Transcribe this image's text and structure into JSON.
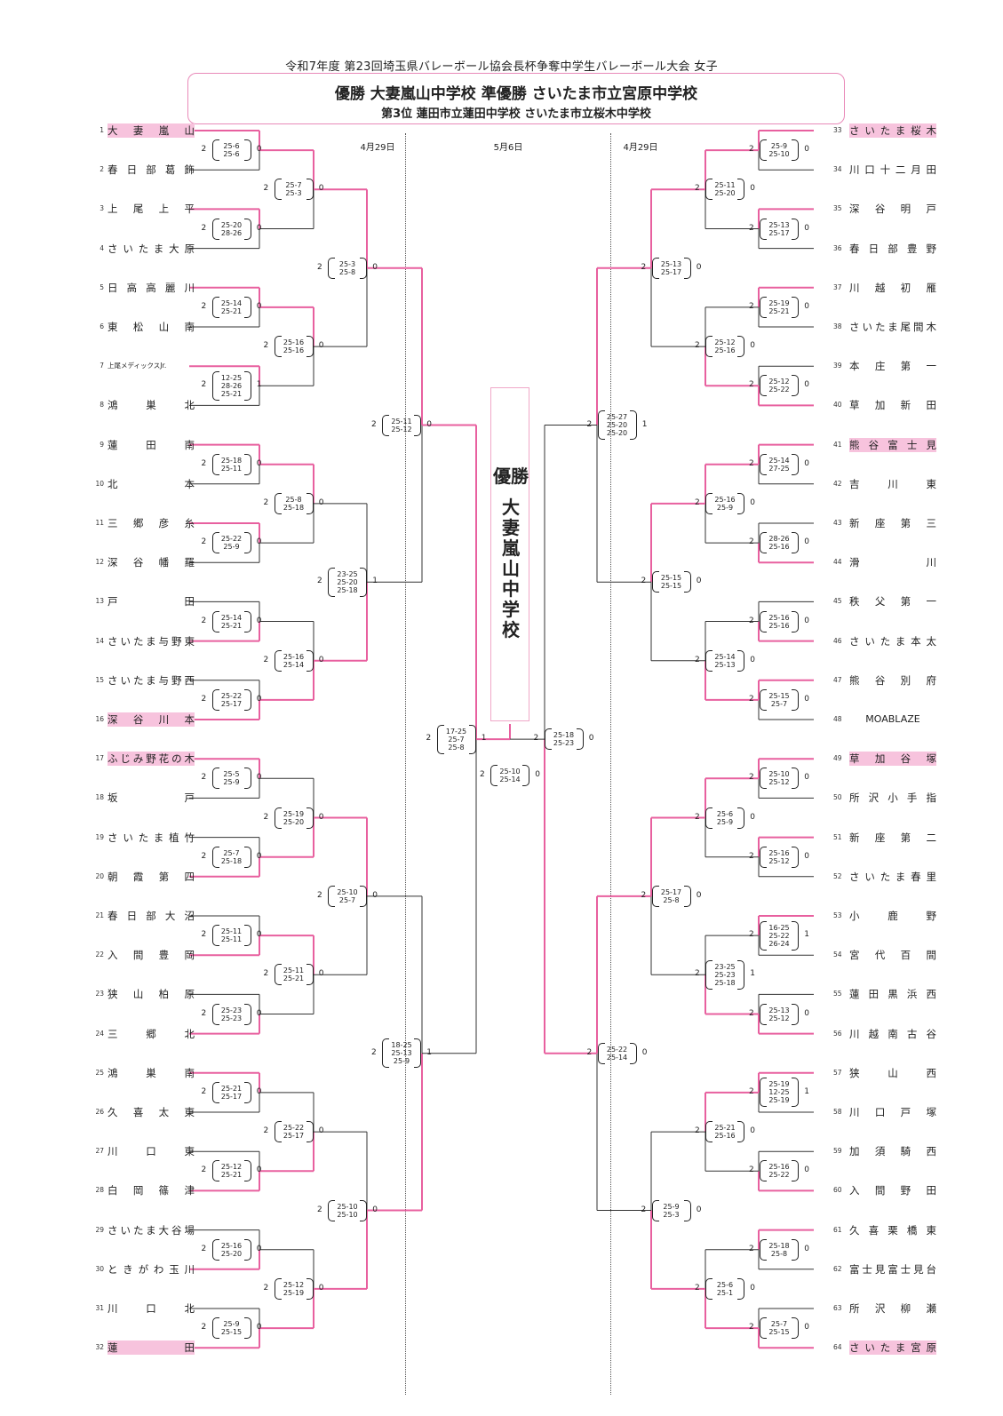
{
  "title": "令和7年度 第23回埼玉県バレーボール協会長杯争奪中学生バレーボール大会 女子",
  "results": {
    "line1": "優勝 大妻嵐山中学校 準優勝 さいたま市立宮原中学校",
    "line2": "第3位 蓮田市立蓮田中学校 さいたま市立桜木中学校"
  },
  "dates": {
    "left": "4月29日",
    "center": "5月6日",
    "right": "4月29日"
  },
  "champion_label": "優勝",
  "champion_name": "大妻嵐山中学校",
  "colors": {
    "win": "#e8609f",
    "lose": "#333333",
    "highlight": "#f7c3dd",
    "box": "#e98ab9"
  },
  "teams": [
    {
      "no": "1",
      "name": "大妻嵐山",
      "hl": true
    },
    {
      "no": "2",
      "name": "春日部葛飾",
      "hl": false
    },
    {
      "no": "3",
      "name": "上尾上平",
      "hl": false
    },
    {
      "no": "4",
      "name": "さいたま大原",
      "hl": false
    },
    {
      "no": "5",
      "name": "日高高麗川",
      "hl": false
    },
    {
      "no": "6",
      "name": "東松山南",
      "hl": false
    },
    {
      "no": "7",
      "name": "上尾メディックスJr.",
      "hl": false
    },
    {
      "no": "8",
      "name": "鴻巣北",
      "hl": false
    },
    {
      "no": "9",
      "name": "蓮田南",
      "hl": false
    },
    {
      "no": "10",
      "name": "北本",
      "hl": false
    },
    {
      "no": "11",
      "name": "三郷彦糸",
      "hl": false
    },
    {
      "no": "12",
      "name": "深谷幡羅",
      "hl": false
    },
    {
      "no": "13",
      "name": "戸田",
      "hl": false
    },
    {
      "no": "14",
      "name": "さいたま与野東",
      "hl": false
    },
    {
      "no": "15",
      "name": "さいたま与野西",
      "hl": false
    },
    {
      "no": "16",
      "name": "深谷川本",
      "hl": true
    },
    {
      "no": "17",
      "name": "ふじみ野花の木",
      "hl": true
    },
    {
      "no": "18",
      "name": "坂戸",
      "hl": false
    },
    {
      "no": "19",
      "name": "さいたま植竹",
      "hl": false
    },
    {
      "no": "20",
      "name": "朝霞第四",
      "hl": false
    },
    {
      "no": "21",
      "name": "春日部大沼",
      "hl": false
    },
    {
      "no": "22",
      "name": "入間豊岡",
      "hl": false
    },
    {
      "no": "23",
      "name": "狭山柏原",
      "hl": false
    },
    {
      "no": "24",
      "name": "三郷北",
      "hl": false
    },
    {
      "no": "25",
      "name": "鴻巣南",
      "hl": false
    },
    {
      "no": "26",
      "name": "久喜太東",
      "hl": false
    },
    {
      "no": "27",
      "name": "川口東",
      "hl": false
    },
    {
      "no": "28",
      "name": "白岡篠津",
      "hl": false
    },
    {
      "no": "29",
      "name": "さいたま大谷場",
      "hl": false
    },
    {
      "no": "30",
      "name": "ときがわ玉川",
      "hl": false
    },
    {
      "no": "31",
      "name": "川口北",
      "hl": false
    },
    {
      "no": "32",
      "name": "蓮田",
      "hl": true
    },
    {
      "no": "33",
      "name": "さいたま桜木",
      "hl": true
    },
    {
      "no": "34",
      "name": "川口十二月田",
      "hl": false
    },
    {
      "no": "35",
      "name": "深谷明戸",
      "hl": false
    },
    {
      "no": "36",
      "name": "春日部豊野",
      "hl": false
    },
    {
      "no": "37",
      "name": "川越初雁",
      "hl": false
    },
    {
      "no": "38",
      "name": "さいたま尾間木",
      "hl": false
    },
    {
      "no": "39",
      "name": "本庄第一",
      "hl": false
    },
    {
      "no": "40",
      "name": "草加新田",
      "hl": false
    },
    {
      "no": "41",
      "name": "熊谷富士見",
      "hl": true
    },
    {
      "no": "42",
      "name": "吉川東",
      "hl": false
    },
    {
      "no": "43",
      "name": "新座第三",
      "hl": false
    },
    {
      "no": "44",
      "name": "滑川",
      "hl": false
    },
    {
      "no": "45",
      "name": "秩父第一",
      "hl": false
    },
    {
      "no": "46",
      "name": "さいたま本太",
      "hl": false
    },
    {
      "no": "47",
      "name": "熊谷別府",
      "hl": false
    },
    {
      "no": "48",
      "name": "MOABLAZE",
      "hl": false
    },
    {
      "no": "49",
      "name": "草加谷塚",
      "hl": true
    },
    {
      "no": "50",
      "name": "所沢小手指",
      "hl": false
    },
    {
      "no": "51",
      "name": "新座第二",
      "hl": false
    },
    {
      "no": "52",
      "name": "さいたま春里",
      "hl": false
    },
    {
      "no": "53",
      "name": "小鹿野",
      "hl": false
    },
    {
      "no": "54",
      "name": "宮代百間",
      "hl": false
    },
    {
      "no": "55",
      "name": "蓮田黒浜西",
      "hl": false
    },
    {
      "no": "56",
      "name": "川越南古谷",
      "hl": false
    },
    {
      "no": "57",
      "name": "狭山西",
      "hl": false
    },
    {
      "no": "58",
      "name": "川口戸塚",
      "hl": false
    },
    {
      "no": "59",
      "name": "加須騎西",
      "hl": false
    },
    {
      "no": "60",
      "name": "入間野田",
      "hl": false
    },
    {
      "no": "61",
      "name": "久喜栗橋東",
      "hl": false
    },
    {
      "no": "62",
      "name": "富士見富士見台",
      "hl": false
    },
    {
      "no": "63",
      "name": "所沢柳瀬",
      "hl": false
    },
    {
      "no": "64",
      "name": "さいたま宮原",
      "hl": true
    }
  ],
  "matches": {
    "L1": [
      {
        "w": "2",
        "l": "0",
        "s": [
          "25-6",
          "25-6"
        ],
        "win": 0
      },
      {
        "w": "2",
        "l": "0",
        "s": [
          "25-20",
          "28-26"
        ],
        "win": 0
      },
      {
        "w": "2",
        "l": "0",
        "s": [
          "25-14",
          "25-21"
        ],
        "win": 0
      },
      {
        "w": "2",
        "l": "1",
        "s": [
          "12-25",
          "28-26",
          "25-21"
        ],
        "win": 0
      },
      {
        "w": "2",
        "l": "0",
        "s": [
          "25-18",
          "25-11"
        ],
        "win": 0
      },
      {
        "w": "2",
        "l": "0",
        "s": [
          "25-22",
          "25-9"
        ],
        "win": 0
      },
      {
        "w": "2",
        "l": "0",
        "s": [
          "25-14",
          "25-21"
        ],
        "win": 1
      },
      {
        "w": "2",
        "l": "0",
        "s": [
          "25-22",
          "25-17"
        ],
        "win": 1
      },
      {
        "w": "2",
        "l": "0",
        "s": [
          "25-5",
          "25-9"
        ],
        "win": 0
      },
      {
        "w": "2",
        "l": "0",
        "s": [
          "25-7",
          "25-18"
        ],
        "win": 1
      },
      {
        "w": "2",
        "l": "0",
        "s": [
          "25-11",
          "25-11"
        ],
        "win": 1
      },
      {
        "w": "2",
        "l": "0",
        "s": [
          "25-23",
          "25-23"
        ],
        "win": 1
      },
      {
        "w": "2",
        "l": "0",
        "s": [
          "25-21",
          "25-17"
        ],
        "win": 0
      },
      {
        "w": "2",
        "l": "0",
        "s": [
          "25-12",
          "25-21"
        ],
        "win": 1
      },
      {
        "w": "2",
        "l": "0",
        "s": [
          "25-16",
          "25-20"
        ],
        "win": 1
      },
      {
        "w": "2",
        "l": "0",
        "s": [
          "25-9",
          "25-15"
        ],
        "win": 1
      }
    ],
    "L2": [
      {
        "w": "2",
        "l": "0",
        "s": [
          "25-7",
          "25-3"
        ],
        "win": 0
      },
      {
        "w": "2",
        "l": "0",
        "s": [
          "25-16",
          "25-16"
        ],
        "win": 0
      },
      {
        "w": "2",
        "l": "0",
        "s": [
          "25-8",
          "25-18"
        ],
        "win": 0
      },
      {
        "w": "2",
        "l": "0",
        "s": [
          "25-16",
          "25-14"
        ],
        "win": 1
      },
      {
        "w": "2",
        "l": "0",
        "s": [
          "25-19",
          "25-20"
        ],
        "win": 1
      },
      {
        "w": "2",
        "l": "0",
        "s": [
          "25-11",
          "25-21"
        ],
        "win": 0
      },
      {
        "w": "2",
        "l": "0",
        "s": [
          "25-22",
          "25-17"
        ],
        "win": 1
      },
      {
        "w": "2",
        "l": "0",
        "s": [
          "25-12",
          "25-19"
        ],
        "win": 1
      }
    ],
    "L3": [
      {
        "w": "2",
        "l": "0",
        "s": [
          "25-3",
          "25-8"
        ],
        "win": 0
      },
      {
        "w": "2",
        "l": "1",
        "s": [
          "23-25",
          "25-20",
          "25-18"
        ],
        "win": 1
      },
      {
        "w": "2",
        "l": "0",
        "s": [
          "25-10",
          "25-7"
        ],
        "win": 0
      },
      {
        "w": "2",
        "l": "0",
        "s": [
          "25-10",
          "25-10"
        ],
        "win": 1
      }
    ],
    "L4": [
      {
        "w": "2",
        "l": "0",
        "s": [
          "25-11",
          "25-12"
        ],
        "win": 0
      },
      {
        "w": "2",
        "l": "1",
        "s": [
          "18-25",
          "25-13",
          "25-9"
        ],
        "win": 1
      }
    ],
    "L5": [
      {
        "w": "2",
        "l": "1",
        "s": [
          "17-25",
          "25-7",
          "25-8"
        ],
        "win": 0
      }
    ],
    "R1": [
      {
        "w": "2",
        "l": "0",
        "s": [
          "25-9",
          "25-10"
        ],
        "win": 0
      },
      {
        "w": "2",
        "l": "0",
        "s": [
          "25-13",
          "25-17"
        ],
        "win": 0
      },
      {
        "w": "2",
        "l": "0",
        "s": [
          "25-19",
          "25-21"
        ],
        "win": 0
      },
      {
        "w": "2",
        "l": "0",
        "s": [
          "25-12",
          "25-22"
        ],
        "win": 1
      },
      {
        "w": "2",
        "l": "0",
        "s": [
          "25-14",
          "27-25"
        ],
        "win": 0
      },
      {
        "w": "2",
        "l": "0",
        "s": [
          "28-26",
          "25-16"
        ],
        "win": 1
      },
      {
        "w": "2",
        "l": "0",
        "s": [
          "25-16",
          "25-16"
        ],
        "win": 1
      },
      {
        "w": "2",
        "l": "0",
        "s": [
          "25-15",
          "25-7"
        ],
        "win": 0
      },
      {
        "w": "2",
        "l": "0",
        "s": [
          "25-10",
          "25-12"
        ],
        "win": 0
      },
      {
        "w": "2",
        "l": "0",
        "s": [
          "25-16",
          "25-12"
        ],
        "win": 0
      },
      {
        "w": "2",
        "l": "1",
        "s": [
          "16-25",
          "25-22",
          "26-24"
        ],
        "win": 0
      },
      {
        "w": "2",
        "l": "0",
        "s": [
          "25-13",
          "25-12"
        ],
        "win": 1
      },
      {
        "w": "2",
        "l": "1",
        "s": [
          "25-19",
          "12-25",
          "25-19"
        ],
        "win": 0
      },
      {
        "w": "2",
        "l": "0",
        "s": [
          "25-16",
          "25-22"
        ],
        "win": 1
      },
      {
        "w": "2",
        "l": "0",
        "s": [
          "25-18",
          "25-8"
        ],
        "win": 0
      },
      {
        "w": "2",
        "l": "0",
        "s": [
          "25-7",
          "25-15"
        ],
        "win": 1
      }
    ],
    "R2": [
      {
        "w": "2",
        "l": "0",
        "s": [
          "25-11",
          "25-20"
        ],
        "win": 0
      },
      {
        "w": "2",
        "l": "0",
        "s": [
          "25-12",
          "25-16"
        ],
        "win": 1
      },
      {
        "w": "2",
        "l": "0",
        "s": [
          "25-16",
          "25-9"
        ],
        "win": 0
      },
      {
        "w": "2",
        "l": "0",
        "s": [
          "25-14",
          "25-13"
        ],
        "win": 1
      },
      {
        "w": "2",
        "l": "0",
        "s": [
          "25-6",
          "25-9"
        ],
        "win": 0
      },
      {
        "w": "2",
        "l": "1",
        "s": [
          "23-25",
          "25-23",
          "25-18"
        ],
        "win": 1
      },
      {
        "w": "2",
        "l": "0",
        "s": [
          "25-21",
          "25-16"
        ],
        "win": 0
      },
      {
        "w": "2",
        "l": "0",
        "s": [
          "25-6",
          "25-1"
        ],
        "win": 1
      }
    ],
    "R3": [
      {
        "w": "2",
        "l": "0",
        "s": [
          "25-13",
          "25-17"
        ],
        "win": 0
      },
      {
        "w": "2",
        "l": "0",
        "s": [
          "25-15",
          "25-15"
        ],
        "win": 0
      },
      {
        "w": "2",
        "l": "0",
        "s": [
          "25-17",
          "25-8"
        ],
        "win": 0
      },
      {
        "w": "2",
        "l": "0",
        "s": [
          "25-9",
          "25-3"
        ],
        "win": 1
      }
    ],
    "R4": [
      {
        "w": "2",
        "l": "1",
        "s": [
          "25-27",
          "25-20",
          "25-20"
        ],
        "win": 0
      },
      {
        "w": "2",
        "l": "0",
        "s": [
          "25-22",
          "25-14"
        ],
        "win": 0
      }
    ],
    "R5": [
      {
        "w": "2",
        "l": "0",
        "s": [
          "25-18",
          "25-23"
        ],
        "win": 1
      }
    ],
    "final": {
      "w": "2",
      "l": "0",
      "s": [
        "25-10",
        "25-14"
      ],
      "win": 0
    }
  }
}
